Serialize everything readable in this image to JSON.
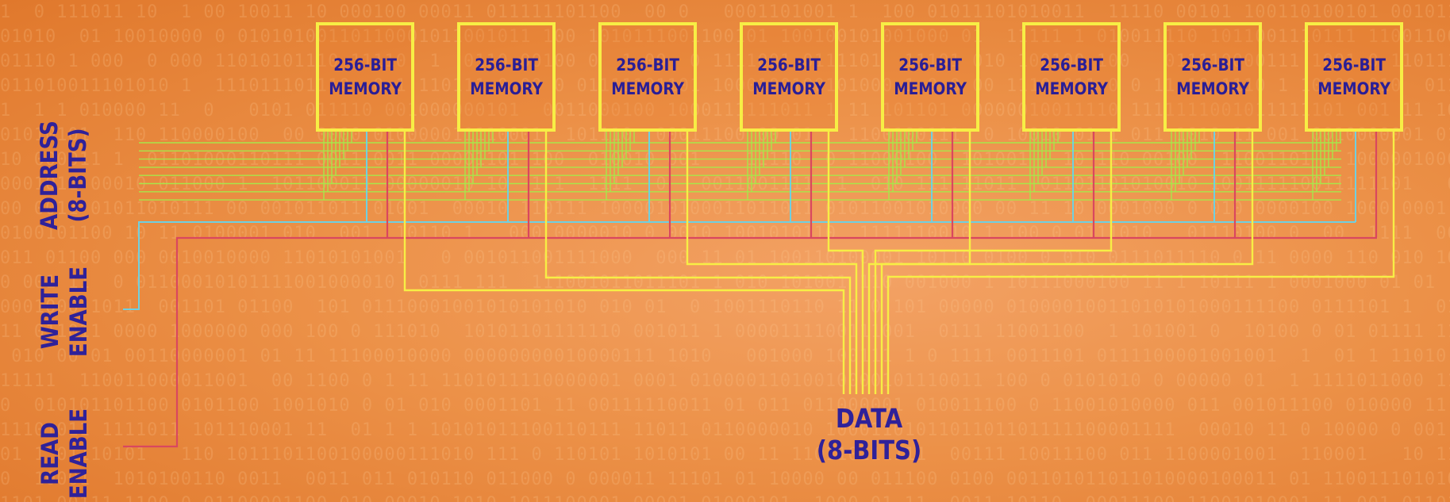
{
  "memory_units": [
    {
      "label": "256-BIT\nMEMORY"
    },
    {
      "label": "256-BIT\nMEMORY"
    },
    {
      "label": "256-BIT\nMEMORY"
    },
    {
      "label": "256-BIT\nMEMORY"
    },
    {
      "label": "256-BIT\nMEMORY"
    },
    {
      "label": "256-BIT\nMEMORY"
    },
    {
      "label": "256-BIT\nMEMORY"
    },
    {
      "label": "256-BIT\nMEMORY"
    }
  ],
  "labels": {
    "address": "ADDRESS\n(8-BITS)",
    "write_enable": "WRITE\nENABLE",
    "read_enable": "READ\nENABLE",
    "data": "DATA\n(8-BITS)"
  },
  "colors": {
    "background": "#e98a3a",
    "memory_border": "#f7ee45",
    "label_text": "#2f2199",
    "address_wires": "#a8e64a",
    "write_enable_wire": "#6fd0e0",
    "read_enable_wire": "#d9475f",
    "data_wires": "#f7ee45"
  }
}
